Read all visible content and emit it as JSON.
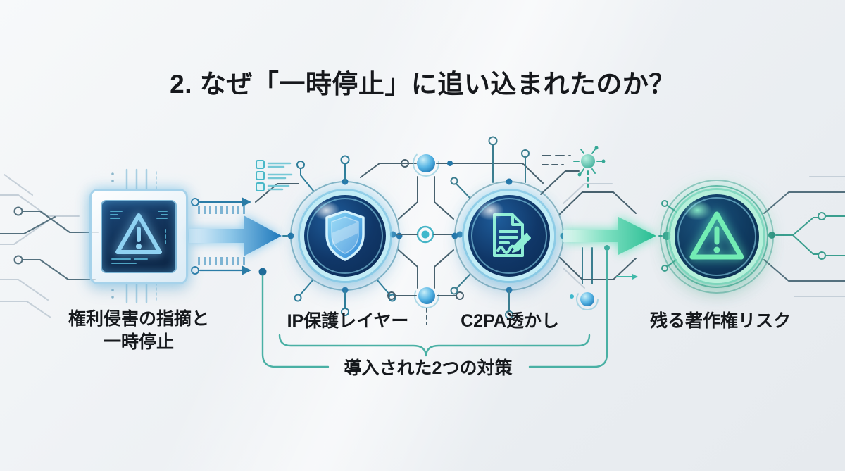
{
  "title": "2. なぜ「一時停止」に追い込まれたのか？",
  "nodes": {
    "incident": {
      "label_line1": "権利侵害の指摘と",
      "label_line2": "一時停止",
      "icon": "chip-warning-icon"
    },
    "ip_layer": {
      "label": "IP保護レイヤー",
      "icon": "shield-icon"
    },
    "c2pa": {
      "label": "C2PA透かし",
      "icon": "document-signature-icon"
    },
    "risk": {
      "label": "残る著作権リスク",
      "icon": "warning-triangle-icon"
    }
  },
  "bracket": {
    "label": "導入された2つの対策"
  },
  "colors": {
    "accent_blue": "#1e78bc",
    "accent_teal": "#27bd92",
    "bracket_teal": "#49b0a4",
    "node_navy": "#0f3361",
    "title_text": "#16181c",
    "background": "#eef1f4"
  }
}
